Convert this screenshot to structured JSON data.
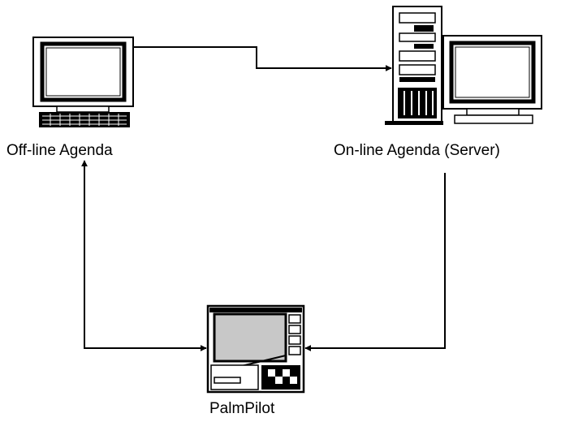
{
  "nodes": {
    "offline": {
      "label": "Off-line Agenda",
      "icon": "desktop-computer-icon"
    },
    "online": {
      "label": "On-line Agenda (Server)",
      "icon": "server-tower-icon"
    },
    "palm": {
      "label": "PalmPilot",
      "icon": "palm-pilot-icon"
    }
  },
  "connections": [
    {
      "from": "offline",
      "to": "online",
      "direction": "one-way"
    },
    {
      "from": "online",
      "to": "palm",
      "direction": "one-way"
    },
    {
      "from": "palm",
      "to": "offline",
      "direction": "two-way"
    }
  ],
  "colors": {
    "line": "#000000",
    "screen": "#c8c8c8",
    "background": "#ffffff"
  }
}
